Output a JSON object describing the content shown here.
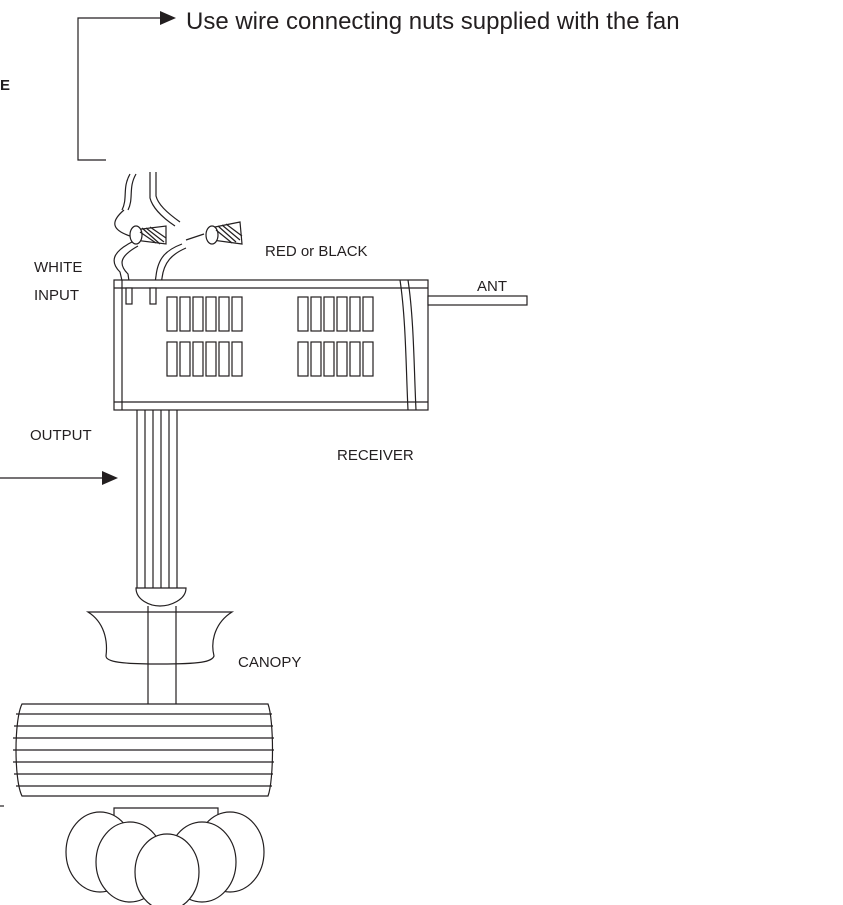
{
  "labels": {
    "note": "Use wire connecting nuts supplied with the fan",
    "edge_letter": "E",
    "red_black": "RED or BLACK",
    "white": "WHITE",
    "input": "INPUT",
    "ant": "ANT",
    "output": "OUTPUT",
    "receiver": "RECEIVER",
    "canopy": "CANOPY"
  },
  "colors": {
    "ink": "#231f20",
    "background": "#ffffff"
  }
}
